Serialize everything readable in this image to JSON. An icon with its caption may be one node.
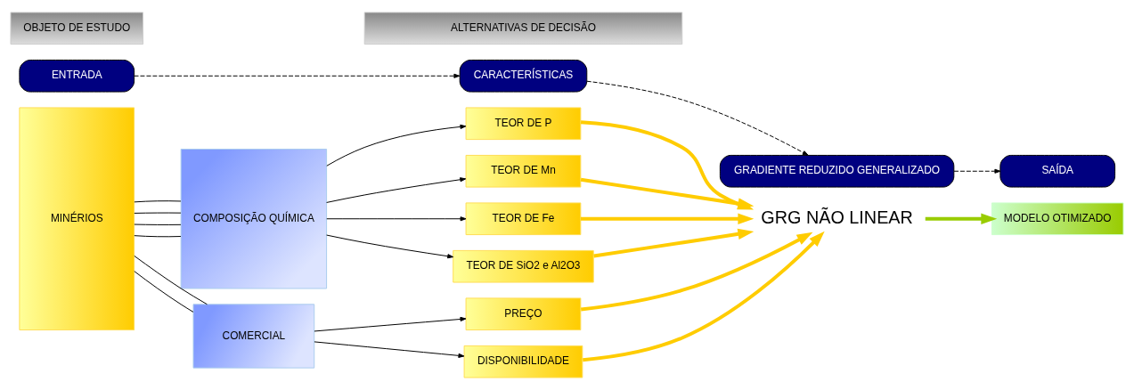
{
  "diagram": {
    "nodes": [
      {
        "text": [
          "OBJETO DE ESTUDO"
        ]
      },
      {
        "text": [
          "ALTERNATIVAS DE DECISÃO"
        ]
      },
      {
        "text": [
          "ENTRADA"
        ]
      },
      {
        "text": [
          "CARACTERÍSTICAS"
        ]
      },
      {
        "text": [
          "GRADIENTE REDUZIDO GENERALIZADO"
        ]
      },
      {
        "text": [
          "SAÍDA"
        ]
      },
      {
        "text": [
          "MINÉRIOS"
        ]
      },
      {
        "text": [
          "COMPOSIÇÃO QUÍMICA"
        ]
      },
      {
        "text": [
          "TEOR DE P"
        ]
      },
      {
        "text": [
          "TEOR DE Mn"
        ]
      },
      {
        "text": [
          "TEOR DE Fe"
        ]
      },
      {
        "text": [
          "TEOR DE SiO2 e Al2O3"
        ]
      },
      {
        "text": [
          "COMERCIAL"
        ]
      },
      {
        "text": [
          "PREÇO"
        ]
      },
      {
        "text": [
          "DISPONIBILIDADE"
        ]
      },
      {
        "text": [
          "GRG NÃO LINEAR"
        ]
      },
      {
        "text": [
          "MODELO OTIMIZADO"
        ]
      }
    ],
    "edges": [
      {
        "from": 2,
        "to": 3,
        "arrow": "to",
        "style": "dashed"
      },
      {
        "from": 3,
        "to": 4,
        "arrow": "to",
        "style": "dashed"
      },
      {
        "from": 4,
        "to": 5,
        "arrow": "to",
        "style": "dashed"
      },
      {
        "from": 6,
        "to": 7,
        "arrow": "none"
      },
      {
        "from": 6,
        "to": 7,
        "arrow": "none"
      },
      {
        "from": 6,
        "to": 7,
        "arrow": "none"
      },
      {
        "from": 6,
        "to": 7,
        "arrow": "none"
      },
      {
        "from": 7,
        "to": 8,
        "arrow": "to"
      },
      {
        "from": 7,
        "to": 9,
        "arrow": "to"
      },
      {
        "from": 7,
        "to": 10,
        "arrow": "to"
      },
      {
        "from": 7,
        "to": 11,
        "arrow": "to"
      },
      {
        "from": 6,
        "to": 12,
        "arrow": "none"
      },
      {
        "from": 6,
        "to": 12,
        "arrow": "none"
      },
      {
        "from": 12,
        "to": 13,
        "arrow": "to"
      },
      {
        "from": 12,
        "to": 14,
        "arrow": "to"
      },
      {
        "from": 8,
        "to": 15,
        "arrow": "to",
        "style": "thick",
        "color": "#ffcc00"
      },
      {
        "from": 9,
        "to": 15,
        "arrow": "to",
        "style": "thick",
        "color": "#ffcc00"
      },
      {
        "from": 10,
        "to": 15,
        "arrow": "to",
        "style": "thick",
        "color": "#ffcc00"
      },
      {
        "from": 11,
        "to": 15,
        "arrow": "to",
        "style": "thick",
        "color": "#ffcc00"
      },
      {
        "from": 13,
        "to": 15,
        "arrow": "to",
        "style": "thick",
        "color": "#ffcc00"
      },
      {
        "from": 14,
        "to": 15,
        "arrow": "to",
        "style": "thick",
        "color": "#ffcc00"
      },
      {
        "from": 15,
        "to": 16,
        "arrow": "to",
        "style": "thick",
        "color": "#99cc00"
      }
    ]
  }
}
